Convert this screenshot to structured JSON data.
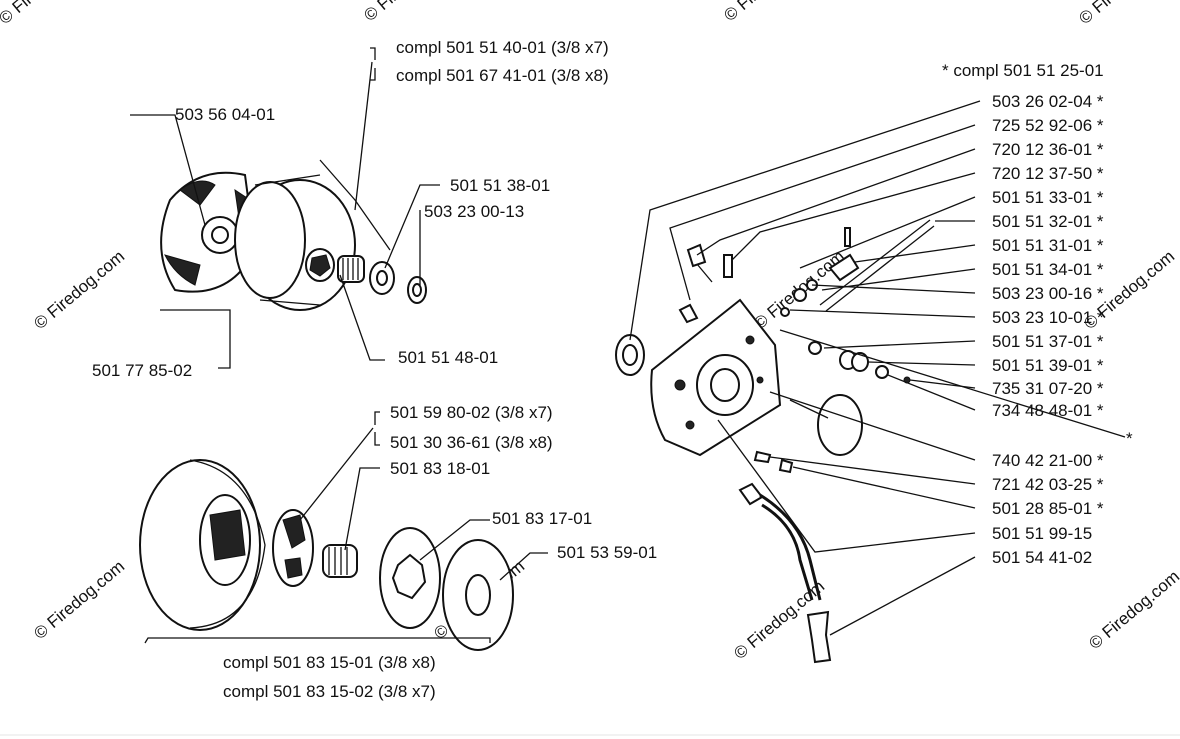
{
  "watermarks": {
    "wm1": "© Firedog.com",
    "wm2": "© Firedog.com",
    "wm3": "© Firedog.com",
    "wm4": "© Firedog.com",
    "wm5": "© Firedog.com",
    "wm6": "© Firedog.com",
    "wm7": "© Firedog.com",
    "wm8": "© Firedog.com",
    "wm9": "© Firedog.com",
    "wm10": "© Firedog.com",
    "wm11": "© Firedog.com"
  },
  "labels": {
    "compl_501_51_40_01": "compl 501 51 40-01 (3/8   x7)",
    "compl_501_67_41_01": "compl 501 67 41-01 (3/8   x8)",
    "p503_56_04_01": "503 56 04-01",
    "p501_51_38_01": "501 51 38-01",
    "p503_23_00_13": "503 23 00-13",
    "p501_51_48_01": "501 51 48-01",
    "p501_77_85_02": "501 77 85-02",
    "p501_59_80_02": "501 59 80-02 (3/8   x7)",
    "p501_30_36_61": "501 30 36-61 (3/8   x8)",
    "p501_83_18_01": "501 83 18-01",
    "p501_83_17_01": "501 83 17-01",
    "p501_53_59_01": "501 53 59-01",
    "compl_501_83_15_01": "compl 501 83 15-01 (3/8   x8)",
    "compl_501_83_15_02": "compl 501 83 15-02 (3/8   x7)",
    "compl_501_51_25_01": "* compl 501 51 25-01",
    "right_list": [
      "503 26 02-04  *",
      "725 52 92-06  *",
      "720 12 36-01  *",
      "720 12 37-50  *",
      "501 51 33-01  *",
      "501 51 32-01  *",
      "501 51 31-01  *",
      "501 51 34-01  *",
      "503 23 00-16  *",
      "503 23 10-01  *",
      "501 51 37-01  *",
      "501 51 39-01  *",
      "735 31 07-20  *",
      "734 48 48-01  *",
      "*",
      "740 42 21-00  *",
      "721 42 03-25  *",
      "501 28 85-01  *",
      "501 51 99-15",
      "501 54 41-02"
    ]
  }
}
